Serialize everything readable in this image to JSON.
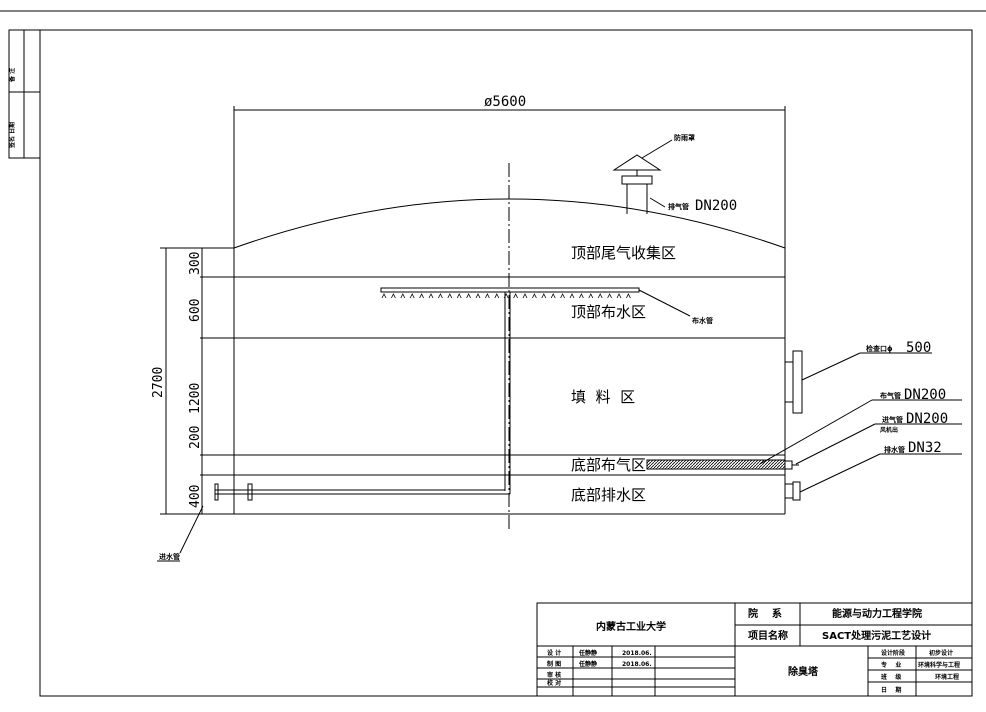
{
  "diagram": {
    "diameter_label": "ø5600",
    "height_label": "2700",
    "zones": {
      "top_gas": "顶部尾气收集区",
      "top_water": "顶部布水区",
      "fill": "填  料  区",
      "bottom_air": "底部布气区",
      "bottom_drain": "底部排水区"
    },
    "segment_dims": [
      "300",
      "600",
      "1200",
      "200",
      "400"
    ],
    "callouts": {
      "rain_cap": "防雨罩",
      "exhaust_prefix": "排气管",
      "exhaust_size": "DN200",
      "spray_pipe": "布水管",
      "manhole_prefix": "检查口ϕ",
      "manhole_size": "500",
      "air_dist_prefix": "布气管",
      "air_dist_size": "DN200",
      "air_in_prefix": "进气管",
      "air_in_size": "DN200",
      "air_in_note": "风机出",
      "drain_prefix": "排水管",
      "drain_size": "DN32",
      "water_inlet": "进水管"
    }
  },
  "side_strip": {
    "cell1": "备 注",
    "cell2": "签名 日期"
  },
  "title_block": {
    "university": "内蒙古工业大学",
    "dept_label": "院    系",
    "dept_value": "能源与动力工程学院",
    "project_label": "项目名称",
    "project_value": "SACT处理污泥工艺设计",
    "drawing_name": "除臭塔",
    "rows": [
      {
        "role": "设 计",
        "name": "任静静",
        "date": "2018.06."
      },
      {
        "role": "制 图",
        "name": "任静静",
        "date": "2018.06."
      },
      {
        "role": "审 核",
        "name": "",
        "date": ""
      },
      {
        "role": "校 对",
        "name": "",
        "date": ""
      }
    ],
    "right_rows": [
      {
        "label": "设计阶段",
        "value": "初步设计"
      },
      {
        "label": "专    业",
        "value": "环境科学与工程"
      },
      {
        "label": "班    级",
        "value": "环境工程"
      },
      {
        "label": "日    期",
        "value": ""
      }
    ]
  }
}
